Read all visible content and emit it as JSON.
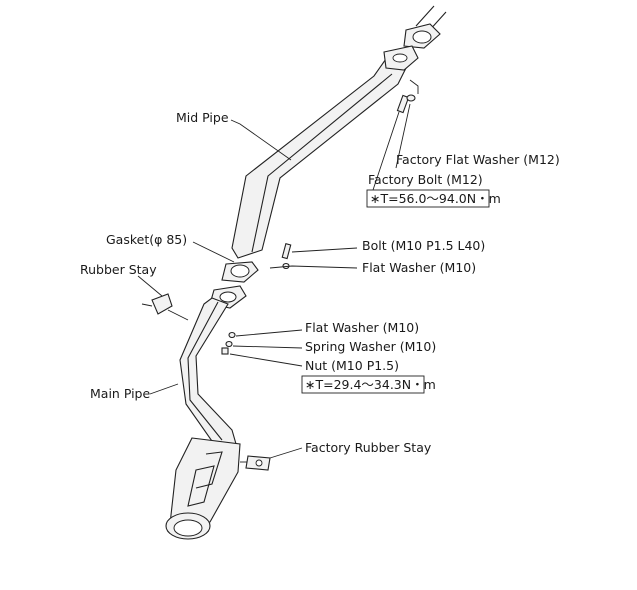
{
  "labels": {
    "mid_pipe": "Mid Pipe",
    "factory_flat_washer": "Factory Flat Washer (M12)",
    "factory_bolt": "Factory Bolt (M12)",
    "factory_bolt_torque": "∗T=56.0〜94.0N・m",
    "gasket": "Gasket(φ 85)",
    "rubber_stay": "Rubber Stay",
    "bolt": "Bolt (M10 P1.5 L40)",
    "flat_washer_top": "Flat Washer (M10)",
    "flat_washer_bottom": "Flat Washer (M10)",
    "spring_washer": "Spring Washer (M10)",
    "nut": "Nut (M10 P1.5)",
    "nut_torque": "∗T=29.4〜34.3N・m",
    "main_pipe": "Main Pipe",
    "factory_rubber_stay": "Factory Rubber Stay"
  },
  "colors": {
    "line": "#222222",
    "part_fill": "#f2f2f2",
    "background": "#ffffff"
  }
}
